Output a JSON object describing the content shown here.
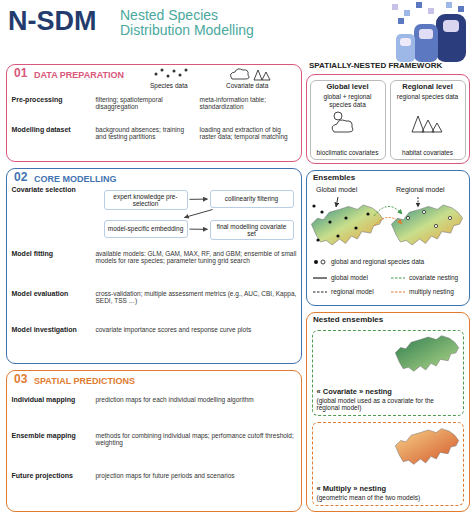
{
  "diagram": {
    "title": "N-SDM",
    "nodes": [
      {
        "text": [
          "01",
          "DATA PREPARATION"
        ]
      },
      {
        "text": [
          "Pre-processing",
          "filtering; spatiotemporal disaggregation",
          "meta-information table; standardization"
        ],
        "in": 0
      },
      {
        "text": [
          "Modelling dataset",
          "background absences; training and testing partitions",
          "loading and extraction of big raster data; temporal matching"
        ],
        "in": 0
      },
      {
        "text": [
          "02",
          "CORE MODELLING"
        ]
      },
      {
        "text": [
          "Covariate selection"
        ],
        "in": 3
      },
      {
        "text": [
          "expert knowledge pre-selection"
        ],
        "in": 4
      },
      {
        "text": [
          "collinearity filtering"
        ],
        "in": 4
      },
      {
        "text": [
          "model-specific embedding"
        ],
        "in": 4
      },
      {
        "text": [
          "final modelling covariate set"
        ],
        "in": 4
      },
      {
        "text": [
          "Model fitting",
          "available models: GLM, GAM, MAX, RF, and GBM; ensemble of small models for rare species; parameter tuning grid search"
        ],
        "in": 3
      },
      {
        "text": [
          "Model evaluation",
          "cross-validation; multiple assessment metrics (e.g., AUC, CBI, Kappa, SEDI, TSS …)"
        ],
        "in": 3
      },
      {
        "text": [
          "Model investigation",
          "covariate importance scores and response curve plots"
        ],
        "in": 3
      },
      {
        "text": [
          "03",
          "SPATIAL PREDICTIONS"
        ]
      },
      {
        "text": [
          "Individual mapping",
          "prediction maps for each individual modelling algorithm"
        ],
        "in": 12
      },
      {
        "text": [
          "Ensemble mapping",
          "methods for combining individual maps; perfomance cutoff threshold; weighting"
        ],
        "in": 12
      },
      {
        "text": [
          "Future projections",
          "projection maps for future periods and scenarios"
        ],
        "in": 12
      },
      {
        "text": [
          "SPATIALLY-NESTED FRAMEWORK"
        ]
      },
      {
        "text": [
          "Global level",
          "global + regional species data",
          "bioclimatic covariates"
        ],
        "in": 16
      },
      {
        "text": [
          "Regional level",
          "regional species data",
          "habitat covariates"
        ],
        "in": 16
      },
      {
        "text": [
          "Ensembles"
        ]
      },
      {
        "text": [
          "Nested ensembles"
        ]
      },
      {
        "text": [
          "« Covariate » nesting",
          "(global model used as a covariate for the regional model)"
        ],
        "in": 20
      },
      {
        "text": [
          "« Multiply » nesting",
          "(geometric mean of the two models)"
        ],
        "in": 20
      }
    ],
    "edges": [
      {
        "from": 5,
        "to": 6,
        "arrow": "to"
      },
      {
        "from": 6,
        "to": 7,
        "arrow": "to"
      },
      {
        "from": 7,
        "to": 8,
        "arrow": "to"
      }
    ],
    "labels": [
      "Nested Species Distribution Modelling",
      "Species data",
      "Covariate data",
      "Global model",
      "Regional model"
    ],
    "legend": [
      {
        "text": "global and regional species data"
      },
      {
        "text": "global model"
      },
      {
        "text": "covariate nesting"
      },
      {
        "text": "regional model"
      },
      {
        "text": "multiply nesting"
      }
    ]
  }
}
